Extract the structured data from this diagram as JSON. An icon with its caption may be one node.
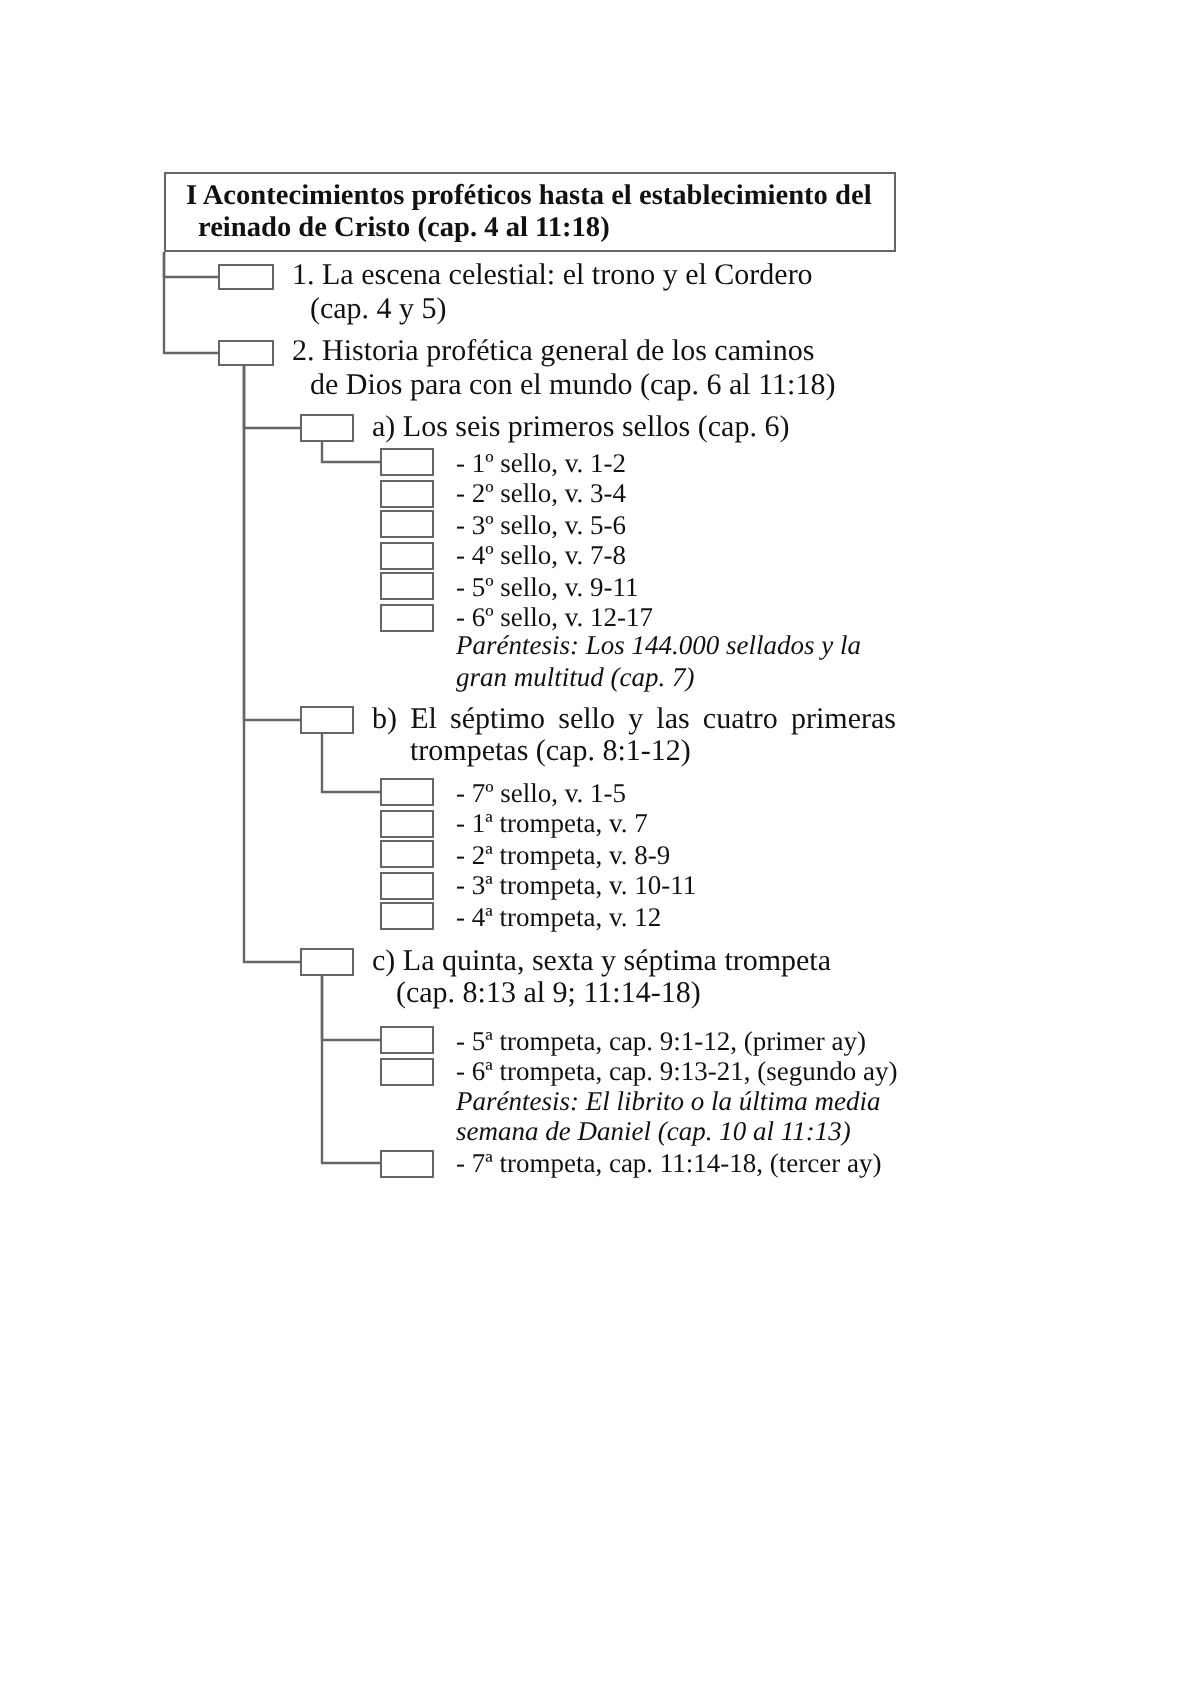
{
  "diagram": {
    "nodes": [
      {
        "text": [
          "I Acontecimientos proféticos hasta el establecimiento del reinado de Cristo (cap. 4 al 11:18)"
        ]
      },
      {
        "text": [],
        "shape": "box",
        "beside": [
          "1. La escena celestial: el trono y el Cordero (cap. 4 y 5)"
        ]
      },
      {
        "text": [],
        "shape": "box",
        "beside": [
          "2. Historia profética general de los caminos de Dios para con el mundo (cap. 6 al 11:18)"
        ]
      },
      {
        "text": [],
        "shape": "box",
        "beside": [
          "a) Los seis primeros sellos (cap. 6)"
        ]
      },
      {
        "text": [],
        "shape": "box",
        "beside": [
          "- 1º sello, v. 1-2"
        ]
      },
      {
        "text": [],
        "shape": "box",
        "beside": [
          "- 2º sello, v. 3-4"
        ]
      },
      {
        "text": [],
        "shape": "box",
        "beside": [
          "- 3º sello, v. 5-6"
        ]
      },
      {
        "text": [],
        "shape": "box",
        "beside": [
          "- 4º sello, v. 7-8"
        ]
      },
      {
        "text": [],
        "shape": "box",
        "beside": [
          "- 5º sello, v. 9-11"
        ]
      },
      {
        "text": [],
        "shape": "box",
        "beside": [
          "- 6º sello, v. 12-17"
        ]
      },
      {
        "text": [],
        "shape": "box",
        "beside": [
          "b) El séptimo sello y las cuatro primeras trompetas (cap. 8:1-12)"
        ]
      },
      {
        "text": [],
        "shape": "box",
        "beside": [
          "- 7º sello, v. 1-5"
        ]
      },
      {
        "text": [],
        "shape": "box",
        "beside": [
          "- 1ª trompeta, v. 7"
        ]
      },
      {
        "text": [],
        "shape": "box",
        "beside": [
          "- 2ª trompeta, v. 8-9"
        ]
      },
      {
        "text": [],
        "shape": "box",
        "beside": [
          "- 3ª trompeta, v. 10-11"
        ]
      },
      {
        "text": [],
        "shape": "box",
        "beside": [
          "- 4ª trompeta, v. 12"
        ]
      },
      {
        "text": [],
        "shape": "box",
        "beside": [
          "c) La quinta, sexta y séptima trompeta (cap. 8:13 al 9; 11:14-18)"
        ]
      },
      {
        "text": [],
        "shape": "box",
        "beside": [
          "- 5ª trompeta, cap. 9:1-12, (primer ay)"
        ]
      },
      {
        "text": [],
        "shape": "box",
        "beside": [
          "- 6ª trompeta, cap. 9:13-21, (segundo ay)"
        ]
      },
      {
        "text": [],
        "shape": "box",
        "beside": [
          "- 7ª trompeta, cap. 11:14-18, (tercer ay)"
        ]
      }
    ],
    "edges": [
      {
        "from": 0,
        "to": 1,
        "arrow": "none"
      },
      {
        "from": 0,
        "to": 2,
        "arrow": "none"
      },
      {
        "from": 2,
        "to": 3,
        "arrow": "none"
      },
      {
        "from": 2,
        "to": 10,
        "arrow": "none"
      },
      {
        "from": 2,
        "to": 16,
        "arrow": "none"
      },
      {
        "from": 3,
        "to": 4,
        "arrow": "none"
      },
      {
        "from": 10,
        "to": 11,
        "arrow": "none"
      },
      {
        "from": 16,
        "to": 17,
        "arrow": "none"
      },
      {
        "from": 16,
        "to": 19,
        "arrow": "none"
      }
    ],
    "labels": [
      "Paréntesis: Los 144.000 sellados y la gran multitud (cap. 7)",
      "Paréntesis: El librito o la última media semana de Daniel (cap. 10 al 11:13)"
    ]
  }
}
